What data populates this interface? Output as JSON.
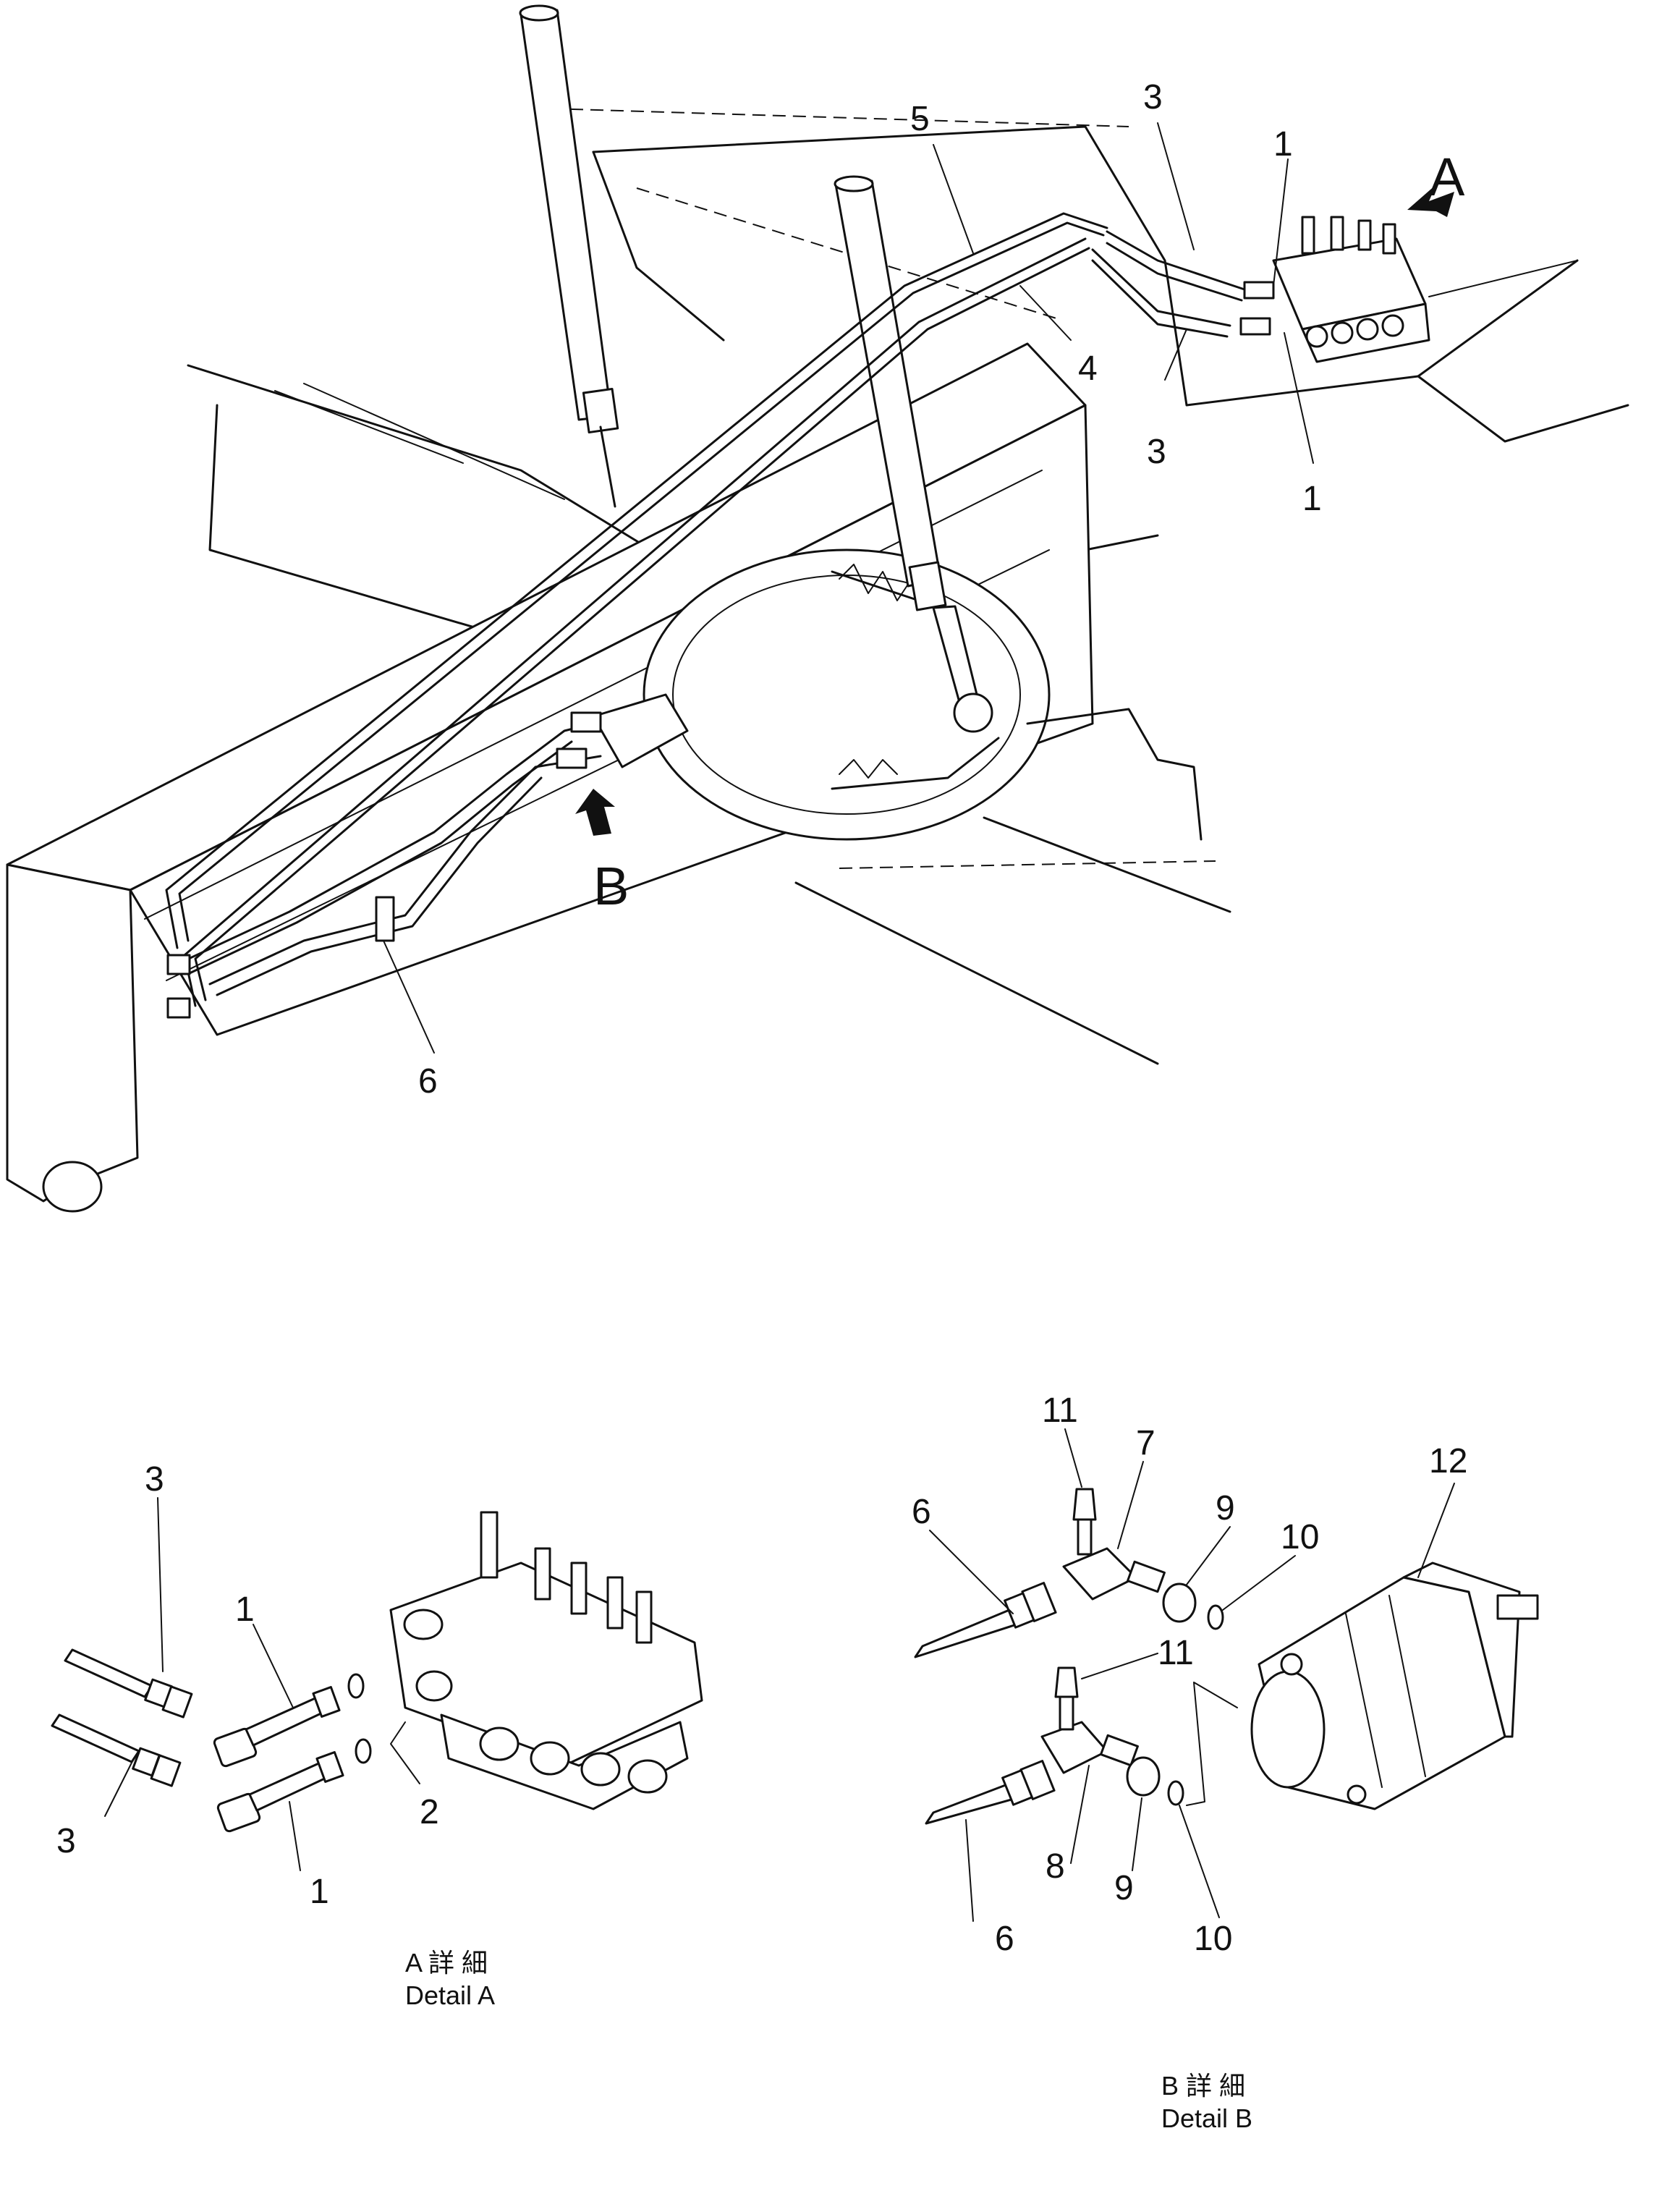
{
  "figure": {
    "view_letters": {
      "A": "A",
      "B": "B"
    },
    "callouts_main": [
      "1",
      "1",
      "3",
      "3",
      "4",
      "5",
      "6"
    ],
    "detail_a": {
      "caption_jp": "A 詳 細",
      "caption_en": "Detail A",
      "callouts": [
        "1",
        "1",
        "2",
        "3",
        "3"
      ]
    },
    "detail_b": {
      "caption_jp": "B 詳 細",
      "caption_en": "Detail B",
      "callouts": [
        "6",
        "6",
        "7",
        "8",
        "9",
        "9",
        "10",
        "10",
        "11",
        "11",
        "12"
      ]
    }
  }
}
